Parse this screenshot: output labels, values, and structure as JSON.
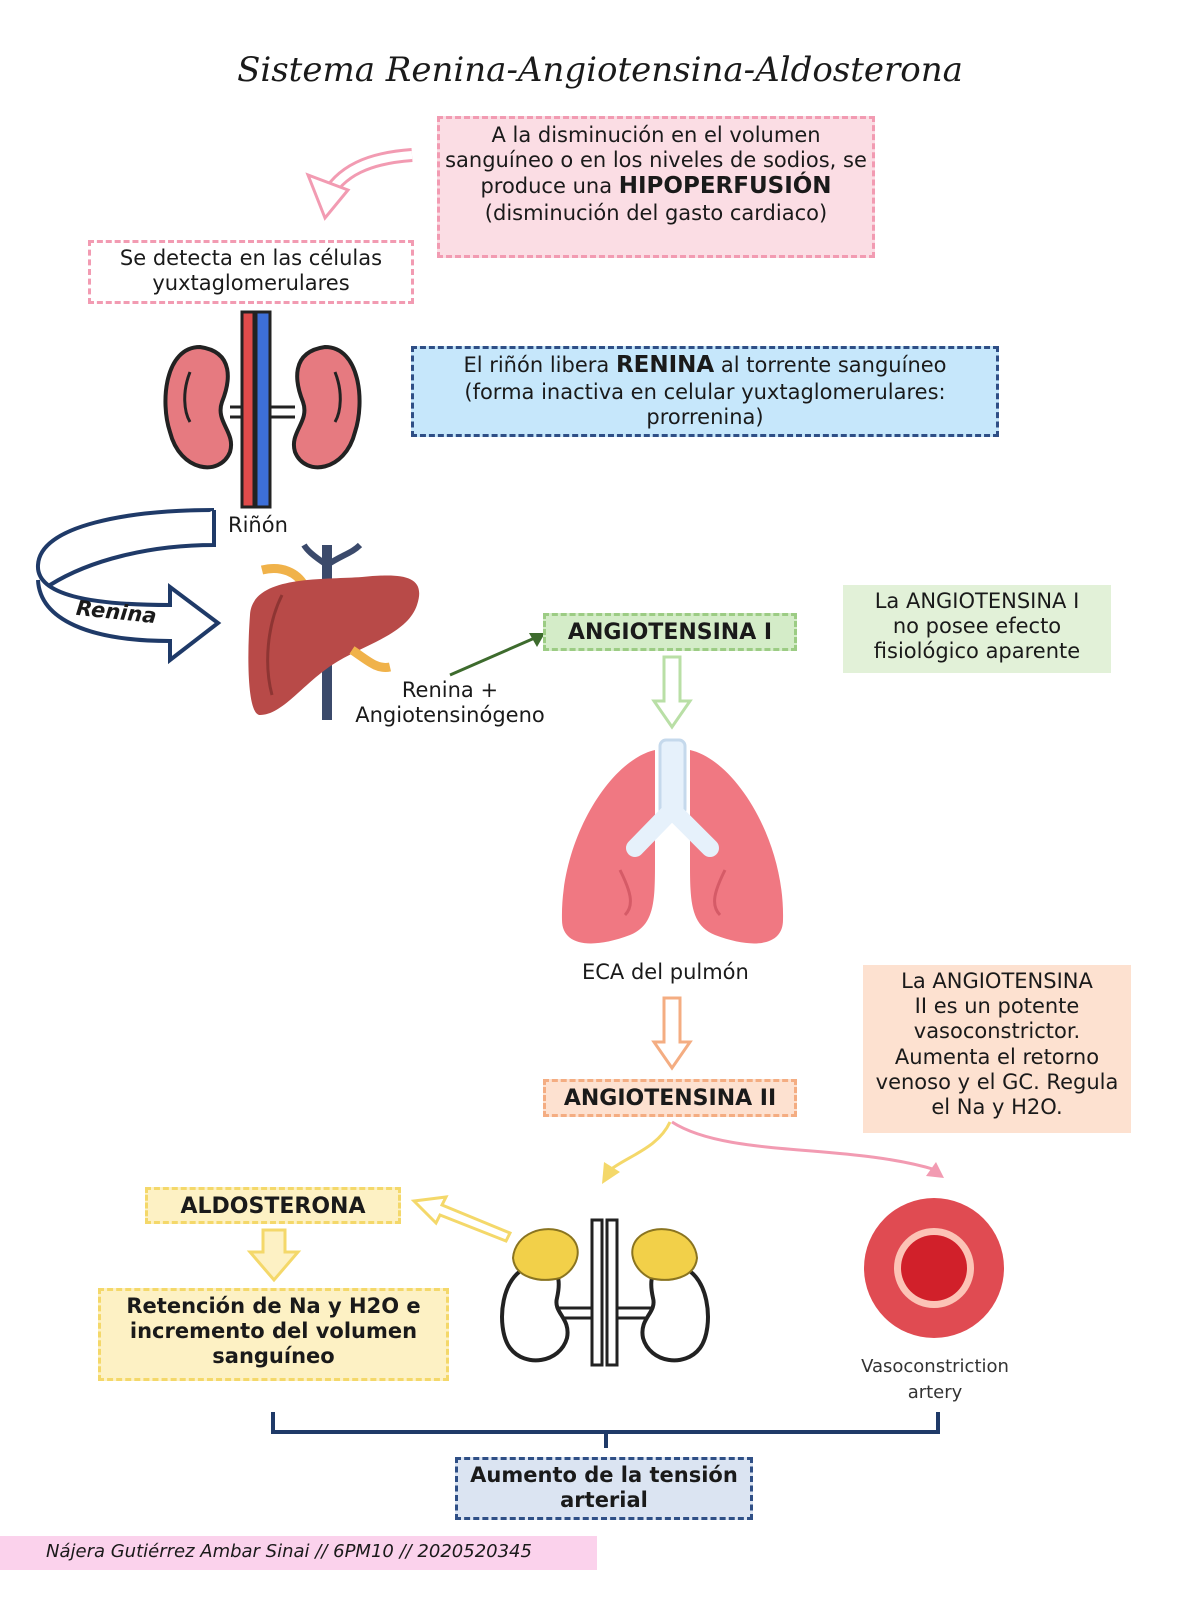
{
  "title": "Sistema Renina-Angiotensina-Aldosterona",
  "hipoperfusion": {
    "line1": "A la disminución en el volumen",
    "line2": "sanguíneo o en los niveles de sodios, se",
    "line3_prefix": "produce una",
    "line3_bold": "HIPOPERFUSIÓN",
    "line4": "(disminución del gasto cardiaco)"
  },
  "deteccion": {
    "line1": "Se detecta en las células",
    "line2": "yuxtaglomerulares"
  },
  "renina_liberada": {
    "prefix": "El riñón libera",
    "bold": "RENINA",
    "suffix": "al torrente sanguíneo",
    "line2": "(forma inactiva en celular yuxtaglomerulares:",
    "line3": "prorrenina)"
  },
  "labels": {
    "rinon": "Riñón",
    "renina_arrow": "Renina",
    "renina_angiotensinogeno_1": "Renina +",
    "renina_angiotensinogeno_2": "Angiotensinógeno",
    "eca": "ECA del pulmón",
    "vaso_1": "Vasoconstriction",
    "vaso_2": "artery"
  },
  "angiotensina_1": "ANGIOTENSINA I",
  "angiotensina_1_note": {
    "line1": "La ANGIOTENSINA I",
    "line2": "no posee efecto",
    "line3": "fisiológico aparente"
  },
  "angiotensina_2": "ANGIOTENSINA II",
  "angiotensina_2_note": {
    "line1": "La ANGIOTENSINA",
    "line2": "II es un potente",
    "line3": "vasoconstrictor.",
    "line4": "Aumenta el retorno",
    "line5": "venoso y el GC. Regula",
    "line6": "el Na y H2O."
  },
  "aldosterona": "ALDOSTERONA",
  "retencion": {
    "line1": "Retención de Na y H2O e",
    "line2": "incremento del volumen",
    "line3": "sanguíneo"
  },
  "resultado": {
    "line1": "Aumento de la tensión",
    "line2": "arterial"
  },
  "footer": "Nájera Gutiérrez Ambar Sinai // 6PM10 // 2020520345",
  "colors": {
    "pink": "#f29bb2",
    "navy": "#1f3a68",
    "green_arrow": "#3d6b2d",
    "light_green": "#b9dfa6",
    "peach": "#f4ad82",
    "yellow": "#f4d86a",
    "kidney": "#e67a80",
    "liver": "#b84a48",
    "lung": "#f07882"
  }
}
